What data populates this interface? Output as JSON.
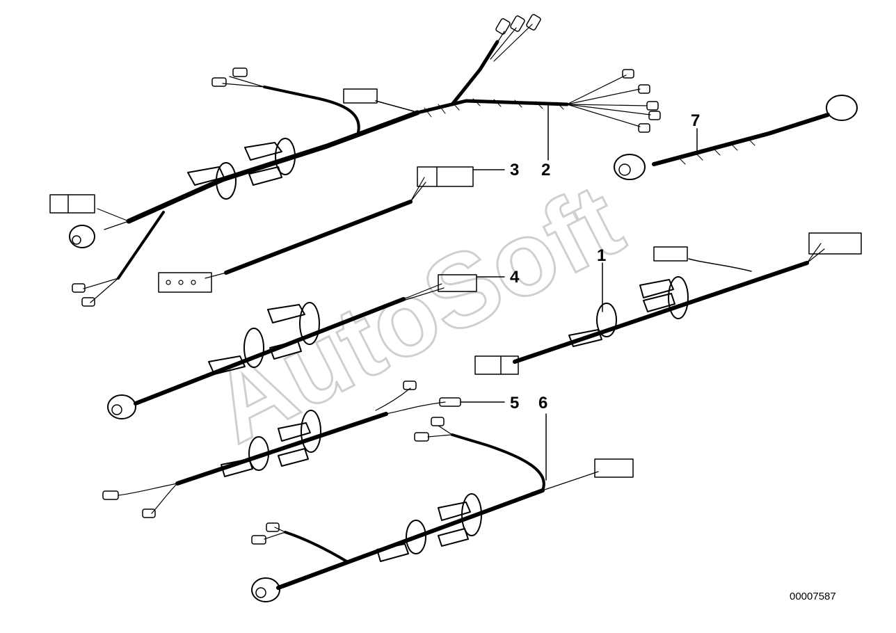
{
  "watermark": "AutoSoft",
  "document_number": "00007587",
  "callouts": [
    {
      "id": "1",
      "label": "1"
    },
    {
      "id": "2",
      "label": "2"
    },
    {
      "id": "3",
      "label": "3"
    },
    {
      "id": "4",
      "label": "4"
    },
    {
      "id": "5",
      "label": "5"
    },
    {
      "id": "6",
      "label": "6"
    },
    {
      "id": "7",
      "label": "7"
    }
  ]
}
